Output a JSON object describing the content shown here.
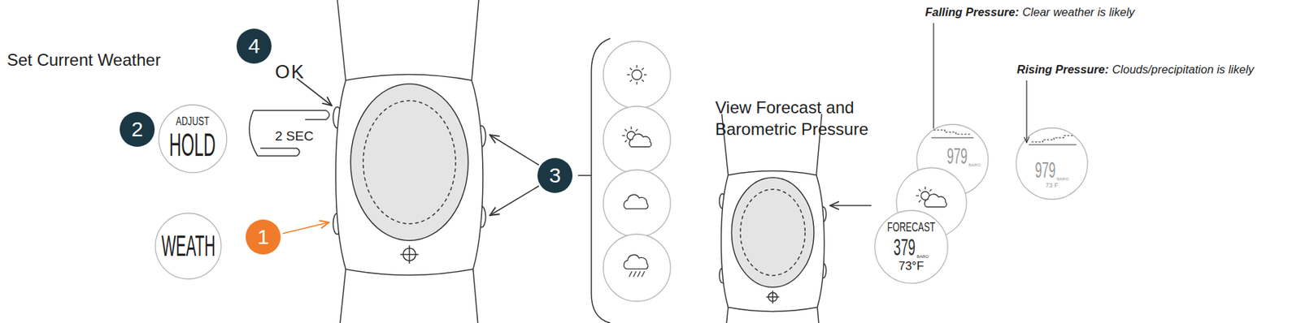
{
  "diagram": {
    "nodes": [
      {
        "text": [
          "4"
        ]
      },
      {
        "text": [
          "2"
        ]
      },
      {
        "text": [
          "ADJUST",
          "HOLD"
        ]
      },
      {
        "text": [
          "WEATH"
        ]
      },
      {
        "text": [
          "1"
        ]
      },
      {
        "text": [
          "3"
        ]
      },
      {
        "text": [
          "979",
          "BARO"
        ]
      },
      {
        "text": [
          "979",
          "BARO",
          "73 F"
        ]
      },
      {
        "text": [
          "FORECAST",
          "379",
          "BARO",
          "73°F"
        ]
      }
    ],
    "labels": [
      "Set Current Weather",
      "OK",
      "2 SEC",
      "View Forecast and Barometric Pressure",
      "Falling Pressure:",
      "Clear weather is likely",
      "Rising Pressure:",
      "Clouds/precipitation is likely"
    ]
  }
}
